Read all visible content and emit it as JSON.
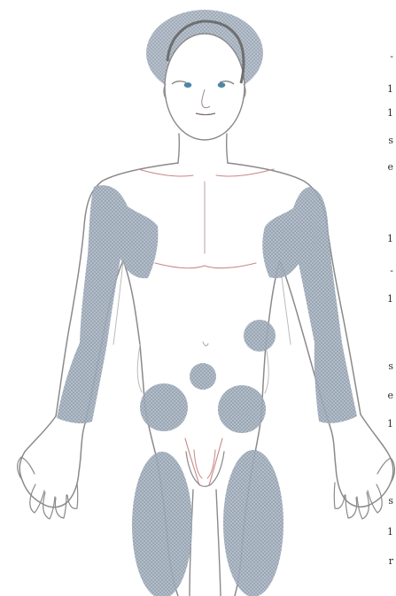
{
  "figure": {
    "subject": "front view of a male body",
    "regions": [
      "head",
      "left-upper-arm",
      "right-upper-arm",
      "left-forearm",
      "right-forearm",
      "abdomen-upper-right",
      "abdomen-center",
      "abdomen-lower-left",
      "abdomen-lower-right",
      "left-thigh",
      "right-thigh"
    ],
    "colors": {
      "outline": "#8a8a8a",
      "outline_accent": "#c98787",
      "region_fill": "#a9b4c2",
      "region_dot": "#7b8798",
      "eye": "#4c86a8"
    }
  },
  "right_edge_text": {
    "items": [
      "-",
      "1",
      "1",
      "s",
      "e",
      "1",
      "-",
      "1",
      "s",
      "e",
      "1",
      "s",
      "1",
      "r"
    ]
  }
}
